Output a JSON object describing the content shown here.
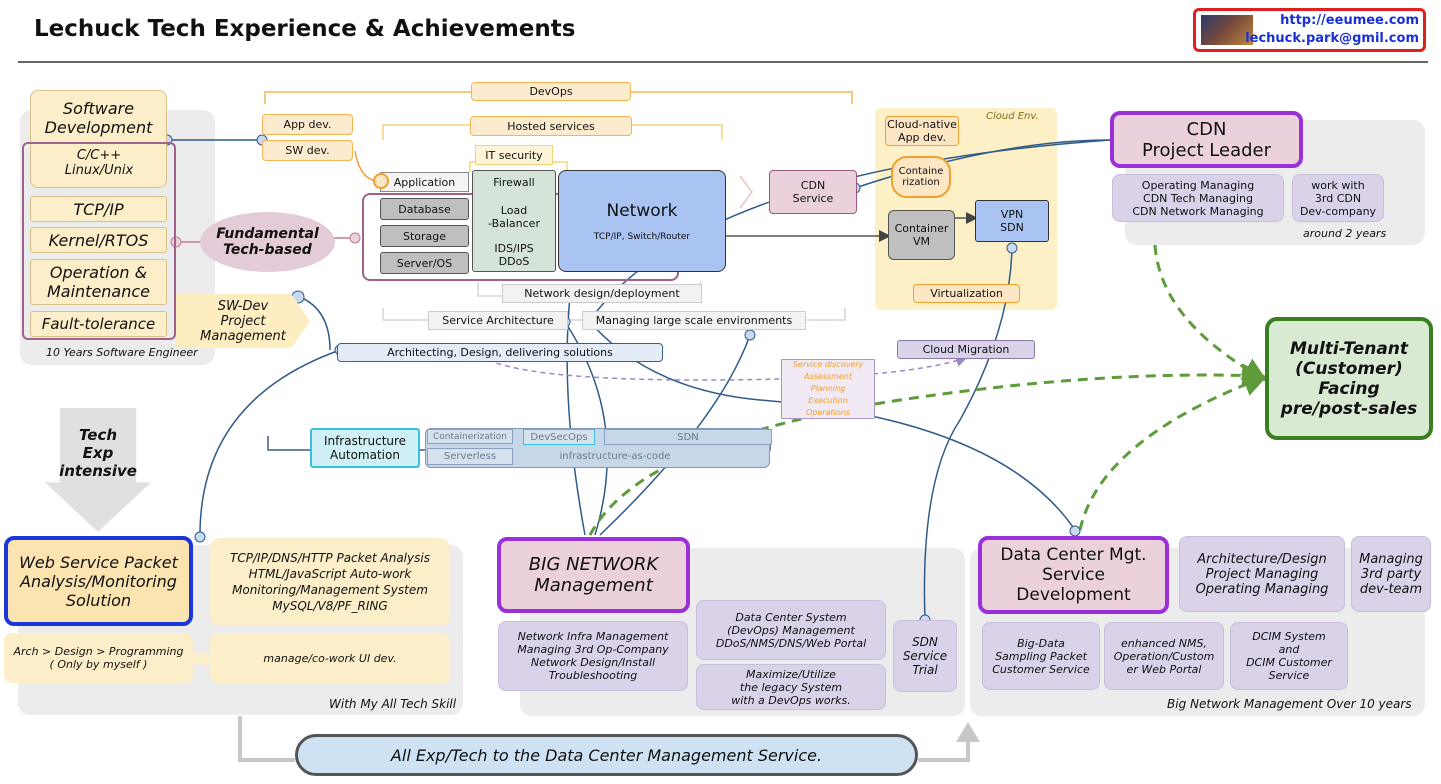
{
  "header": {
    "title": "Lechuck Tech Experience & Achievements",
    "url": "http://eeumee.com",
    "email": "lechuck.park@gmil.com"
  },
  "left": {
    "software_dev": "Software\nDevelopment",
    "cpp": "C/C++\nLinux/Unix",
    "tcpip": "TCP/IP",
    "kernel": "Kernel/RTOS",
    "operation": "Operation &\nMaintenance",
    "fault": "Fault-tolerance",
    "years": "10 Years Software Engineer",
    "fundamental": "Fundamental\nTech-based",
    "swdev_pm": "SW-Dev\nProject\nManagement",
    "tech_exp": "Tech\nExp\nintensive"
  },
  "center": {
    "devops": "DevOps",
    "app_dev": "App dev.",
    "sw_dev": "SW dev.",
    "hosted": "Hosted services",
    "it_security": "IT security",
    "application": "Application",
    "database": "Database",
    "storage": "Storage",
    "server_os": "Server/OS",
    "firewall": "Firewall",
    "load_balancer": "Load\n-Balancer",
    "ids": "IDS/IPS\nDDoS",
    "network": "Network",
    "network_sub": "TCP/IP, Switch/Router",
    "cdn_service": "CDN\nService",
    "net_design": "Network design/deployment",
    "service_arch": "Service Architecture",
    "large_scale": "Managing large scale environments",
    "architecting": "Architecting, Design, delivering solutions",
    "cloud_migration": "Cloud Migration",
    "service_discovery": "Service discovery\nAssessment\nPlanning\nExecution\nOperations",
    "infra_auto": "Infrastructure\nAutomation",
    "containerization": "Containerization",
    "devsecops": "DevSecOps",
    "sdn": "SDN",
    "serverless": "Serverless",
    "iac": "infrastructure-as-code"
  },
  "cloud": {
    "label": "Cloud Env.",
    "cloud_native": "Cloud-native\nApp dev.",
    "containerization": "Containe\nrization",
    "container_vm": "Container\nVM",
    "vpn_sdn": "VPN\nSDN",
    "virtualization": "Virtualization"
  },
  "cdn": {
    "title": "CDN\nProject Leader",
    "duties": "Operating Managing\nCDN Tech Managing\nCDN Network Managing",
    "work": "work with\n3rd CDN\nDev-company",
    "years": "around 2 years"
  },
  "multitenant": "Multi-Tenant\n(Customer)\nFacing\npre/post-sales",
  "web": {
    "title": "Web Service Packet\nAnalysis/Monitoring\nSolution",
    "tech": "TCP/IP/DNS/HTTP Packet Analysis\nHTML/JavaScript Auto-work\nMonitoring/Management System\nMySQL/V8/PF_RING",
    "arch": "Arch > Design > Programming\n( Only by myself )",
    "ui": "manage/co-work UI dev.",
    "footer": "With My All Tech Skill"
  },
  "bignet": {
    "title": "BIG NETWORK\nManagement",
    "infra": "Network Infra Management\nManaging 3rd Op-Company\nNetwork Design/Install\nTroubleshooting",
    "dc_system": "Data Center System\n(DevOps) Management\nDDoS/NMS/DNS/Web Portal",
    "maximize": "Maximize/Utilize\nthe legacy System\nwith a DevOps works.",
    "sdn_trial": "SDN\nService\nTrial"
  },
  "dc": {
    "title": "Data Center Mgt.\nService\nDevelopment",
    "arch": "Architecture/Design\nProject Managing\nOperating Managing",
    "third": "Managing\n3rd party\ndev-team",
    "bigdata": "Big-Data\nSampling Packet\nCustomer Service",
    "nms": "enhanced NMS,\nOperation/Custom\ner Web Portal",
    "dcim": "DCIM System\nand\nDCIM Customer\nService",
    "footer": "Big Network Management Over 10 years"
  },
  "bottom_bar": "All Exp/Tech to the Data Center Management Service.",
  "colors": {
    "purple": "#9b30d9",
    "green": "#4e8f2e",
    "blue": "#1a35d8",
    "orange": "#f0a030"
  }
}
